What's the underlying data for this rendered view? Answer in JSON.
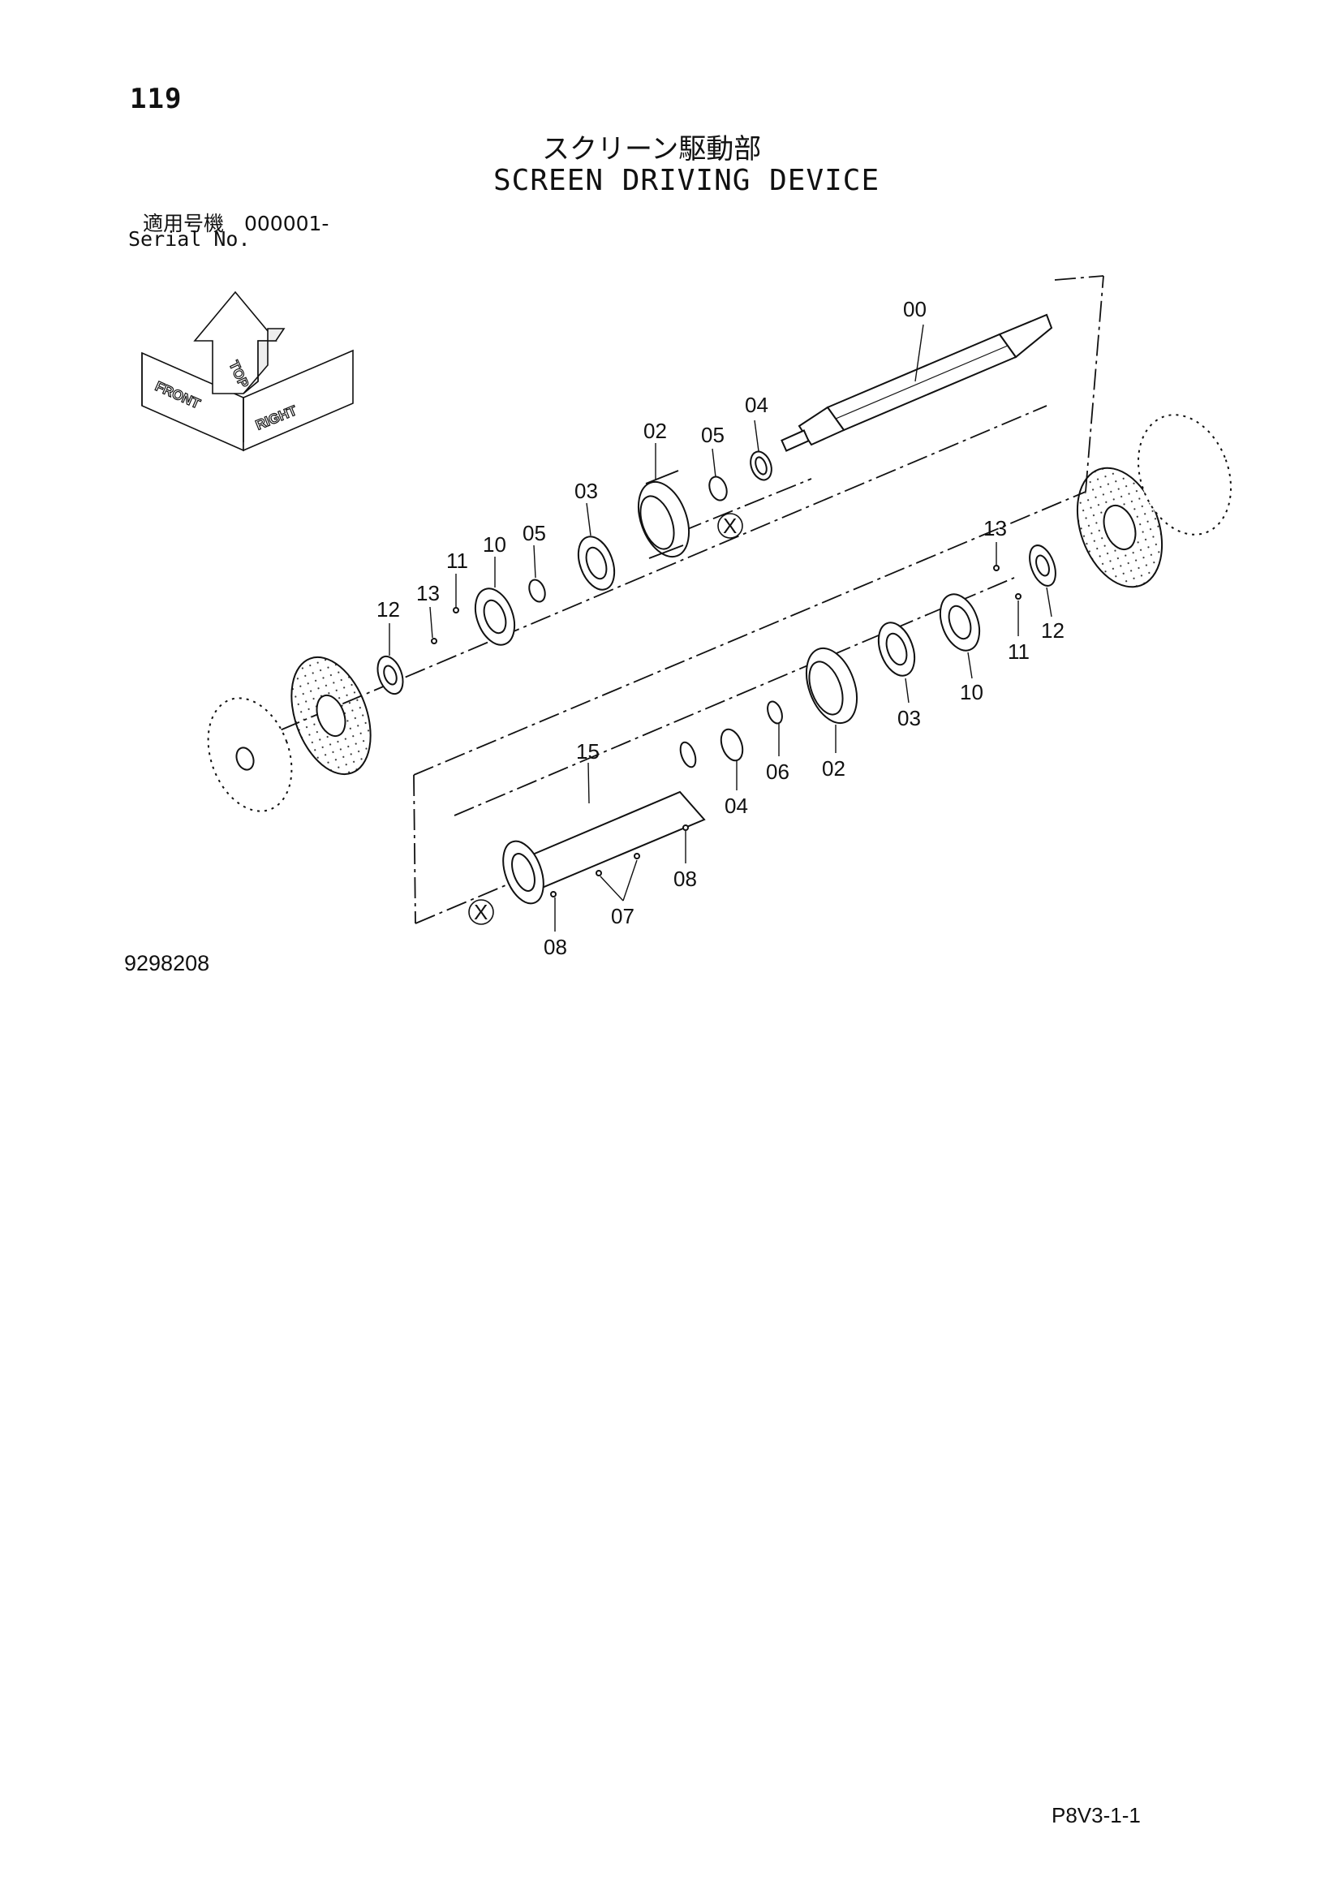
{
  "header": {
    "page_number": "119",
    "title_jp": "スクリーン駆動部",
    "title_en": "SCREEN DRIVING DEVICE",
    "serial_label_jp": "適用号機　000001-",
    "serial_label_en": "Serial No."
  },
  "orientation": {
    "top": "TOP",
    "front": "FRONT",
    "right": "RIGHT"
  },
  "callouts": {
    "upper": [
      "00",
      "04",
      "05",
      "02",
      "03",
      "05",
      "10",
      "11",
      "13",
      "12"
    ],
    "lower": [
      "13",
      "12",
      "11",
      "10",
      "03",
      "02",
      "06",
      "04",
      "15",
      "08",
      "07",
      "08"
    ],
    "match_mark": "X"
  },
  "footer": {
    "diagram_number": "9298208",
    "sheet_code": "P8V3-1-1"
  }
}
